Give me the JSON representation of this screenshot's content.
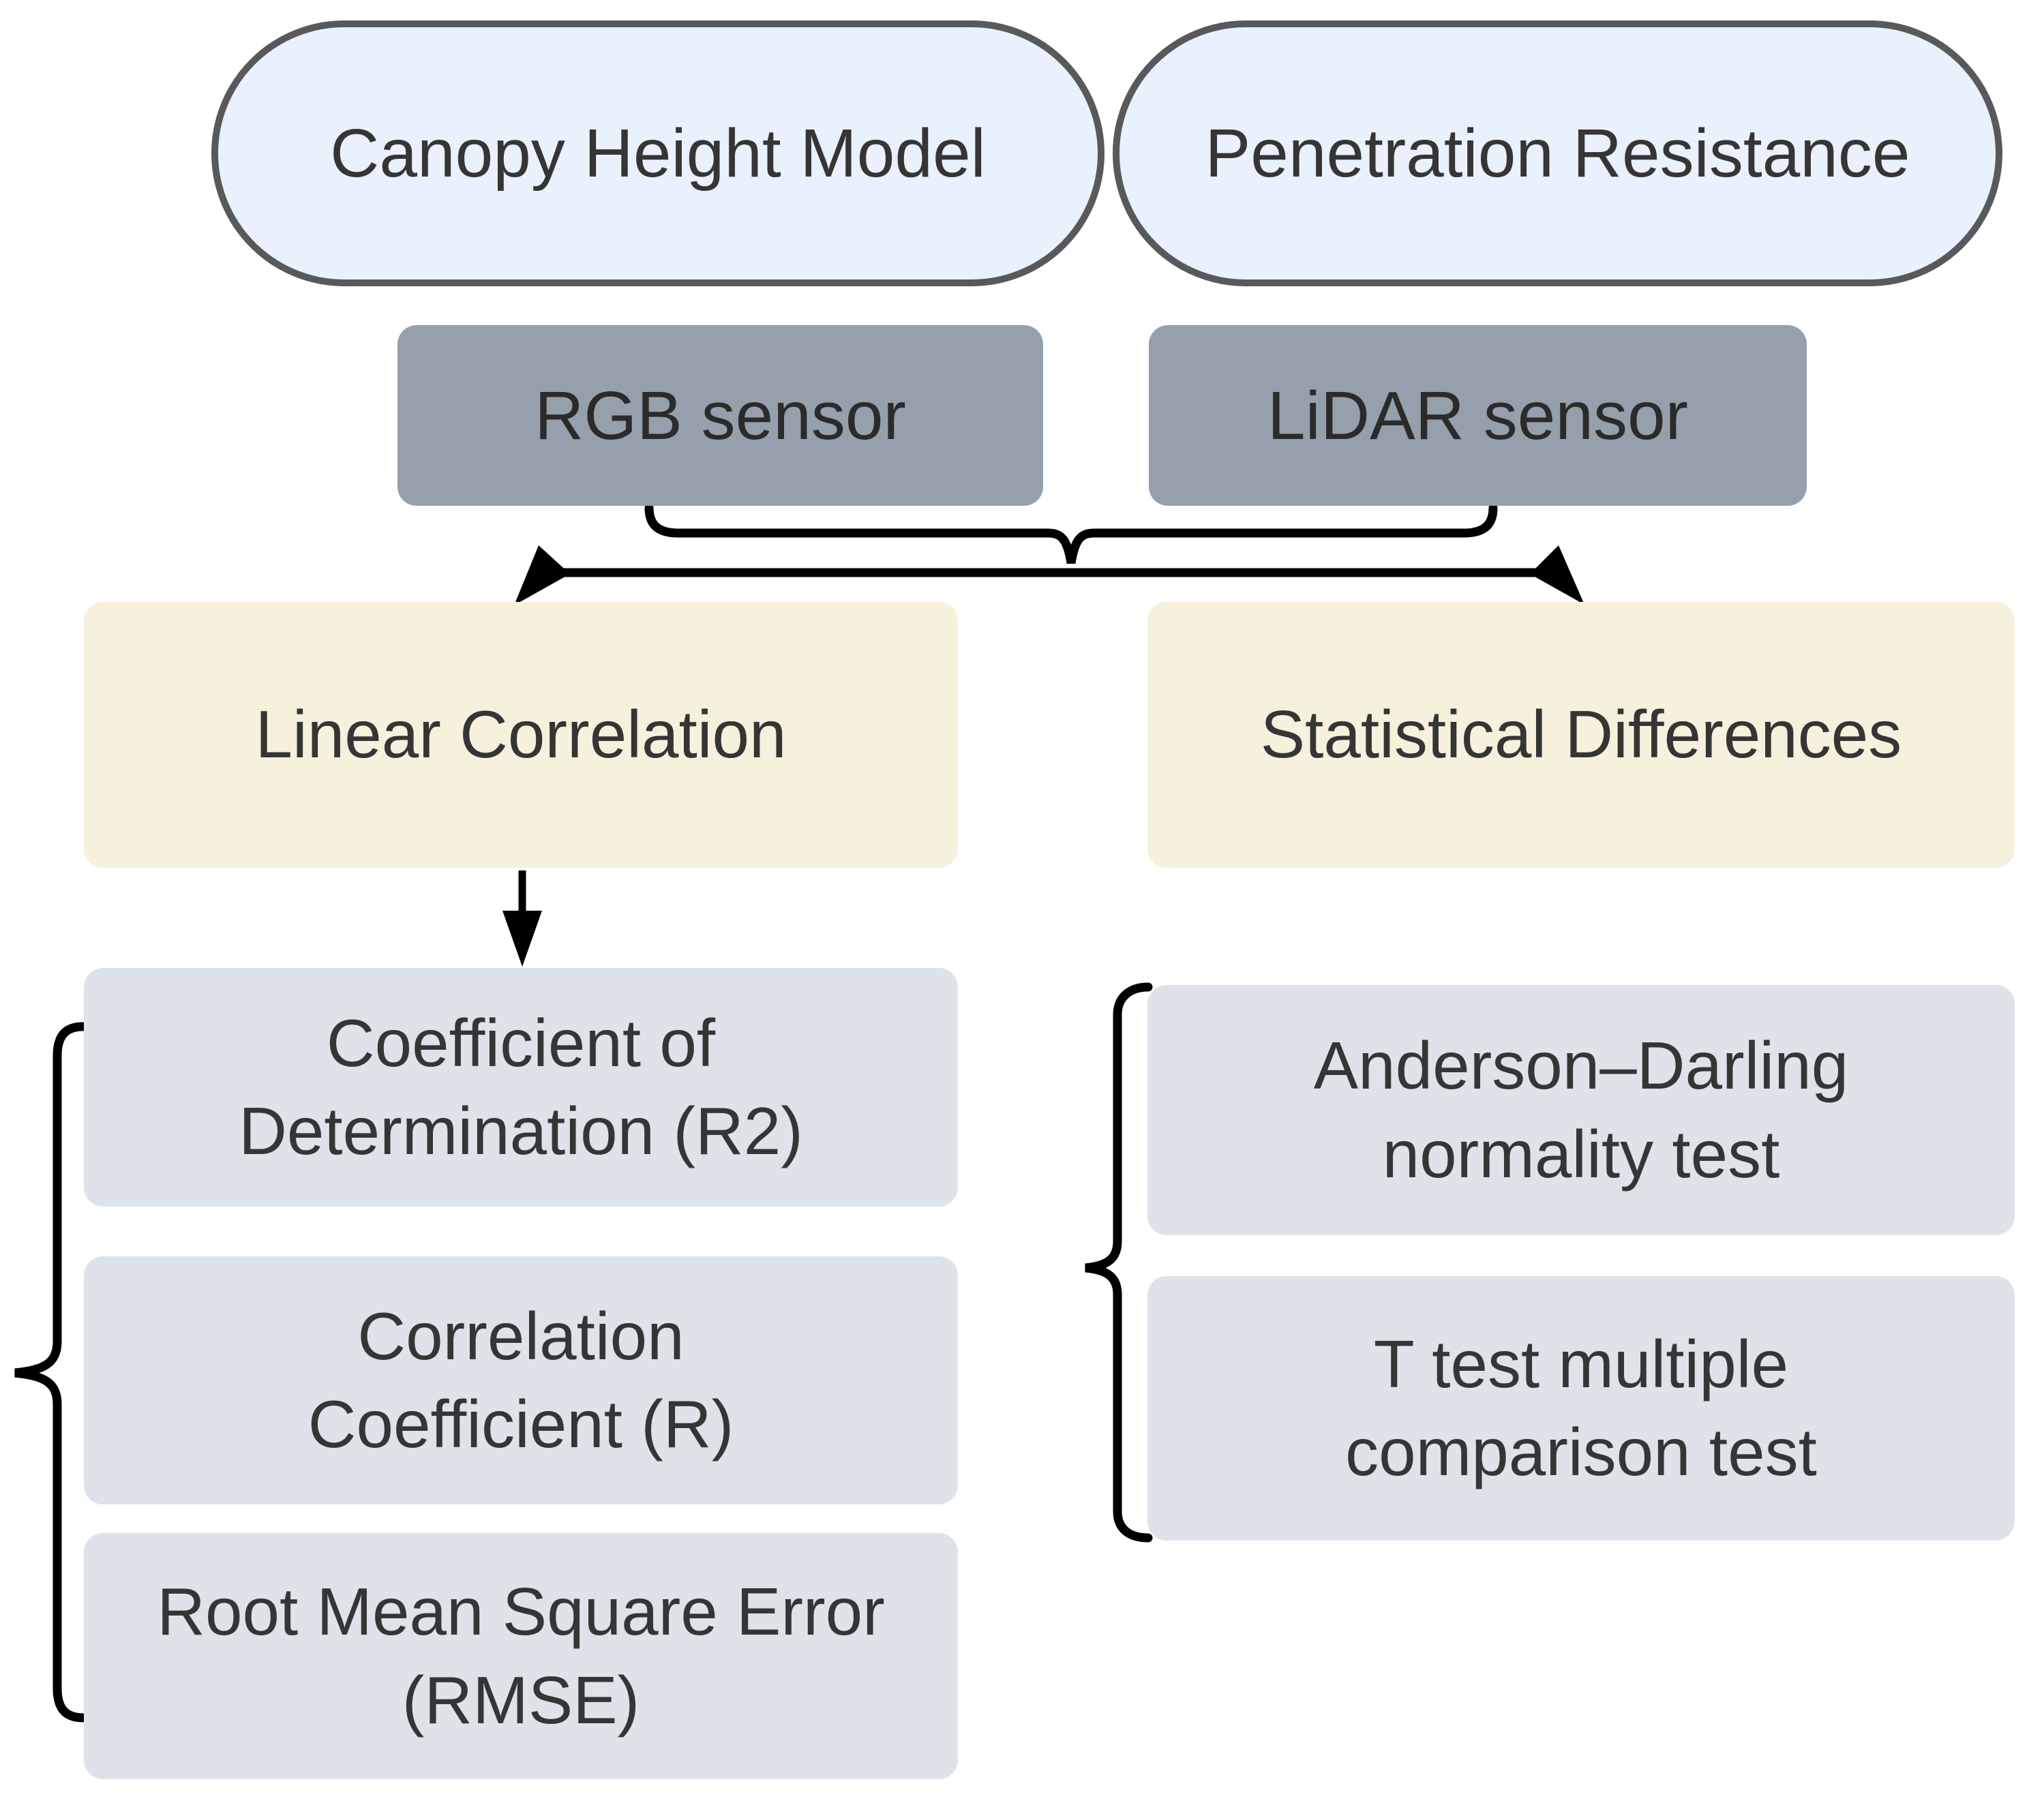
{
  "nodes": {
    "canopy": {
      "label": "Canopy Height Model"
    },
    "penetration": {
      "label": "Penetration Resistance"
    },
    "rgb_sensor": {
      "label": "RGB sensor"
    },
    "lidar_sensor": {
      "label": "LiDAR sensor"
    },
    "linear_correlation": {
      "label": "Linear Correlation"
    },
    "statistical_differences": {
      "label": "Statistical Differences"
    },
    "coefficient_determination": {
      "lines": [
        "Coefficient of",
        "Determination (R2)"
      ]
    },
    "correlation_coefficient": {
      "lines": [
        "Correlation",
        "Coefficient (R)"
      ]
    },
    "rmse": {
      "lines": [
        "Root Mean Square Error",
        "(RMSE)"
      ]
    },
    "anderson_darling": {
      "lines": [
        "Anderson–Darling",
        "normality test"
      ]
    },
    "t_test": {
      "lines": [
        "T test multiple",
        "comparison test"
      ]
    }
  },
  "colors": {
    "background": "#ffffff",
    "pill_fill": "#e9f1fc",
    "pill_border": "#58595b",
    "sensor_fill": "#95a0ac",
    "category_fill": "#f5f1dd",
    "item_fill": "#dee3ea",
    "connector": "#000000",
    "text": "#353535"
  }
}
